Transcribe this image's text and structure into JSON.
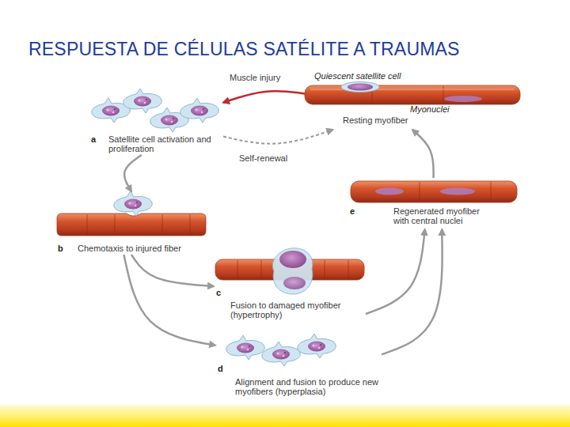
{
  "diagram": {
    "title": "RESPUESTA DE CÉLULAS SATÉLITE A TRAUMAS",
    "nodes": [
      {
        "text": [
          "Quiescent satellite cell",
          "Myonuclei",
          "Resting myofiber"
        ]
      },
      {
        "text": [
          "a",
          "Satellite cell activation and proliferation"
        ]
      },
      {
        "text": [
          "b",
          "Chemotaxis to injured fiber"
        ]
      },
      {
        "text": [
          "c",
          "Fusion to damaged myofiber (hypertrophy)"
        ]
      },
      {
        "text": [
          "d",
          "Alignment and fusion to produce new myofibers (hyperplasia)"
        ]
      },
      {
        "text": [
          "e",
          "Regenerated myofiber with central nuclei"
        ]
      }
    ],
    "edges": [
      {
        "from": 0,
        "to": 1,
        "label": "Muscle injury",
        "arrow": "to"
      },
      {
        "from": 1,
        "to": 0,
        "label": "Self-renewal",
        "arrow": "to"
      },
      {
        "from": 1,
        "to": 2,
        "arrow": "to"
      },
      {
        "from": 2,
        "to": 3,
        "arrow": "to"
      },
      {
        "from": 2,
        "to": 4,
        "arrow": "to"
      },
      {
        "from": 3,
        "to": 5,
        "arrow": "to"
      },
      {
        "from": 4,
        "to": 5,
        "arrow": "to"
      },
      {
        "from": 5,
        "to": 0,
        "arrow": "to"
      }
    ]
  }
}
